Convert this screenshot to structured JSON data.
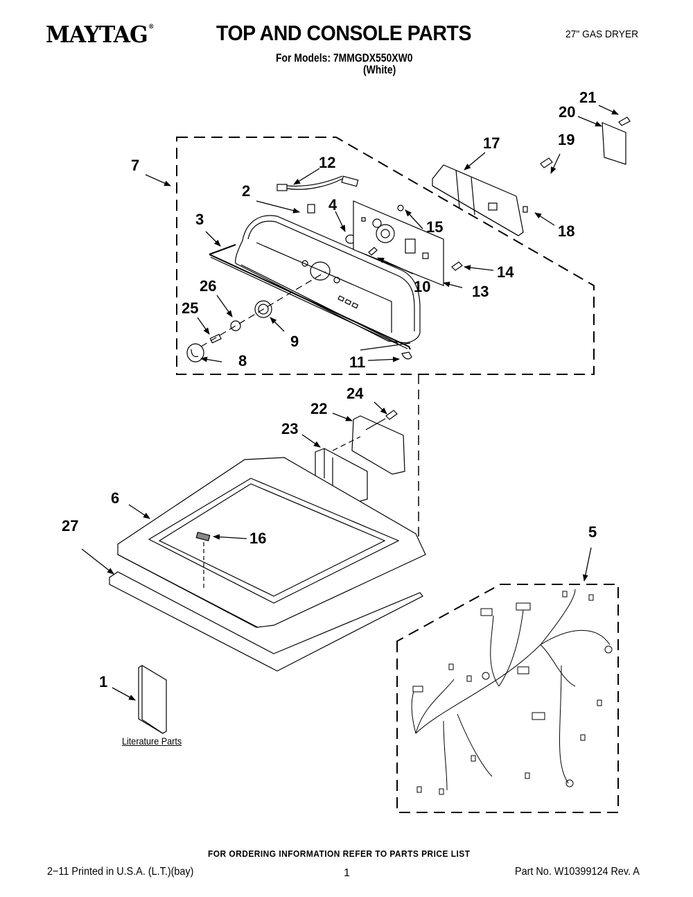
{
  "header": {
    "brand": "MAYTAG",
    "brand_mark": "®",
    "title": "TOP AND CONSOLE PARTS",
    "models_line": "For Models: 7MMGDX550XW0",
    "color_line": "(White)",
    "product_type": "27\" GAS DRYER"
  },
  "diagram": {
    "callouts": {
      "c1": "1",
      "c2": "2",
      "c3": "3",
      "c4": "4",
      "c5": "5",
      "c6": "6",
      "c7": "7",
      "c8": "8",
      "c9": "9",
      "c10": "10",
      "c11": "11",
      "c12": "12",
      "c13": "13",
      "c14": "14",
      "c15": "15",
      "c16": "16",
      "c17": "17",
      "c18": "18",
      "c19": "19",
      "c20": "20",
      "c21": "21",
      "c22": "22",
      "c23": "23",
      "c24": "24",
      "c25": "25",
      "c26": "26",
      "c27": "27"
    },
    "literature_label": "Literature Parts"
  },
  "footer": {
    "ordering_note": "FOR ORDERING INFORMATION REFER TO PARTS PRICE LIST",
    "print_info": "2−11 Printed in U.S.A. (L.T.)(bay)",
    "page_number": "1",
    "part_number": "Part No. W10399124 Rev. A"
  }
}
